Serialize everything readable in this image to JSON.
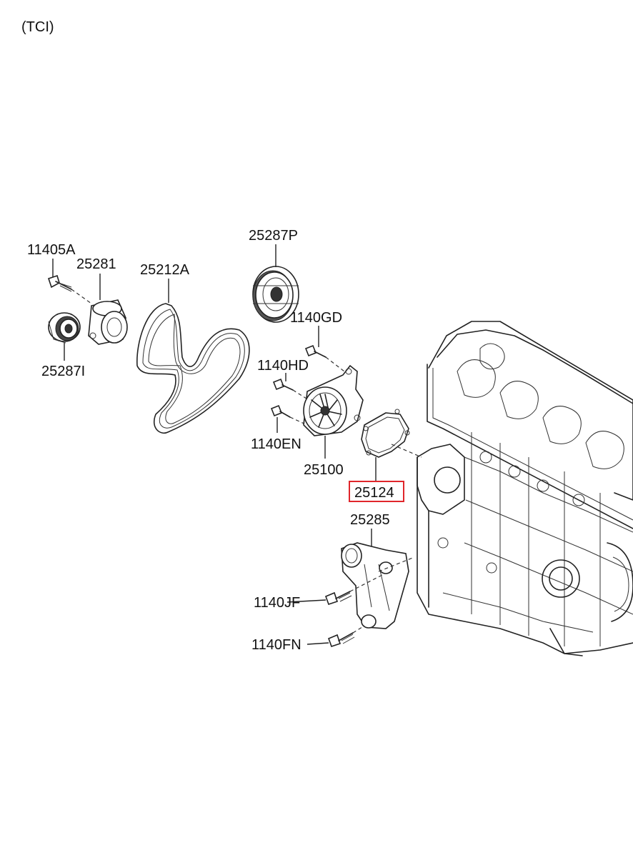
{
  "variant_label": "(TCI)",
  "highlight_color": "#e0262b",
  "callouts": {
    "p11405A": "11405A",
    "p25281": "25281",
    "p25212A": "25212A",
    "p25287P": "25287P",
    "p25287I": "25287I",
    "p1140GD": "1140GD",
    "p1140HD": "1140HD",
    "p1140EN": "1140EN",
    "p25100": "25100",
    "p25124": "25124",
    "p25285": "25285",
    "p1140JF": "1140JF",
    "p1140FN": "1140FN"
  },
  "highlighted_part": "25124"
}
